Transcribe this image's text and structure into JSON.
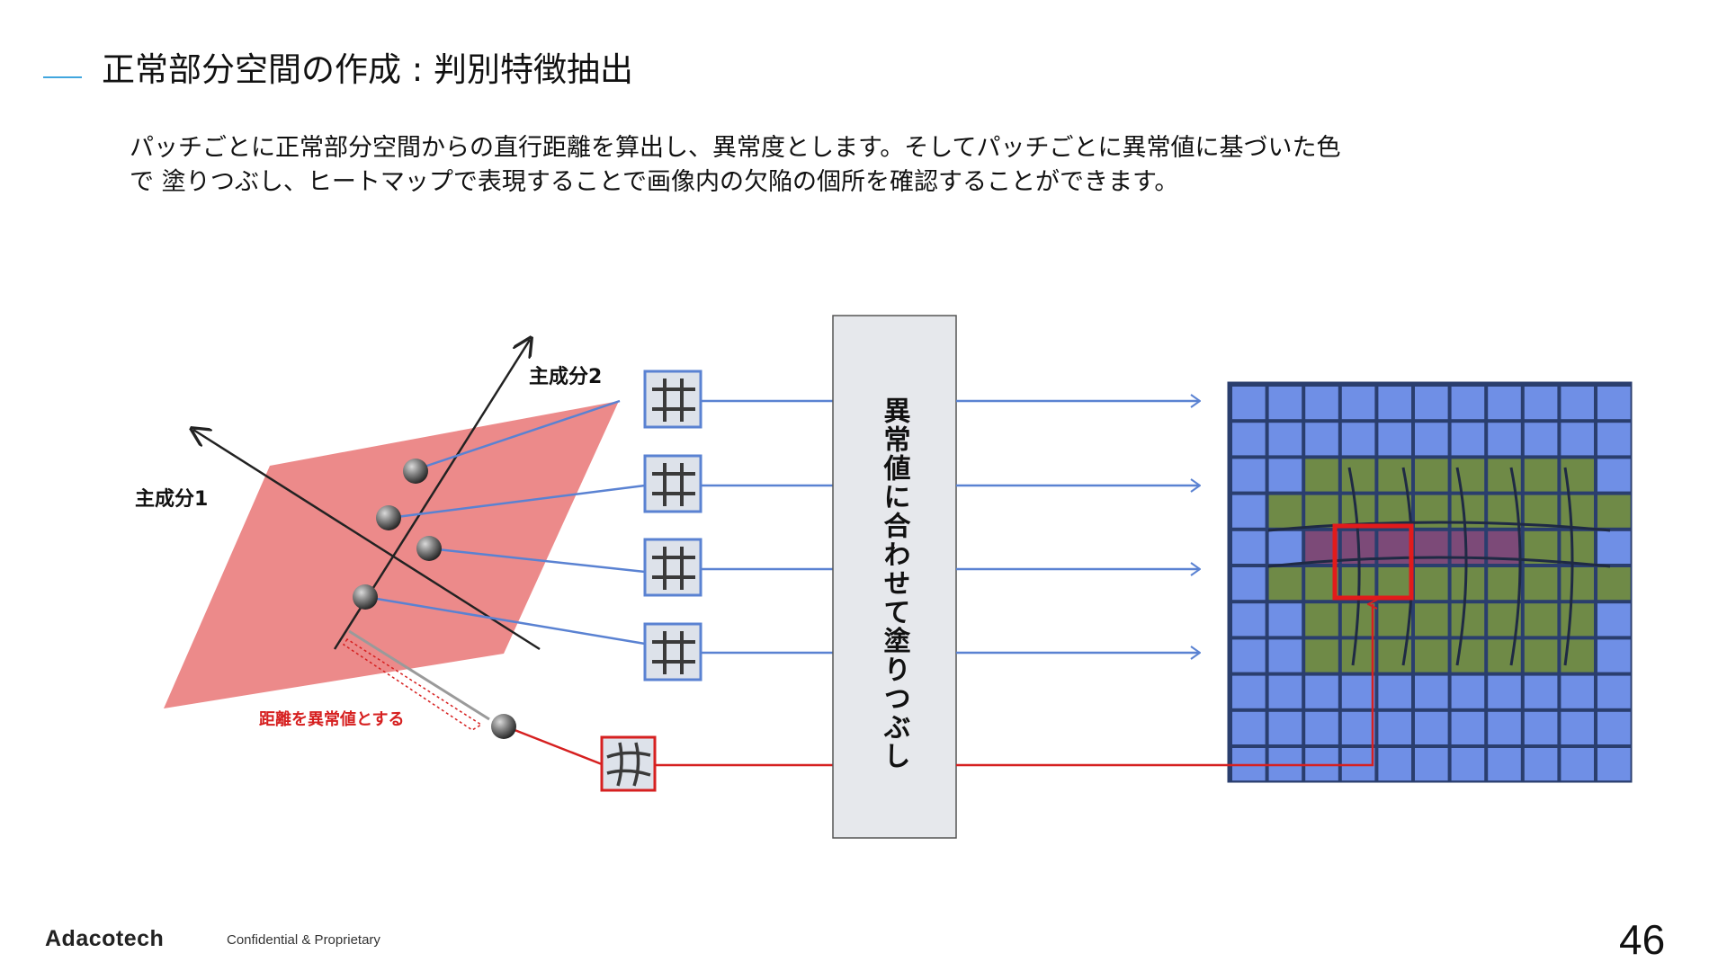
{
  "slide": {
    "title": "正常部分空間の作成 : 判別特徴抽出",
    "body_lines": [
      "パッチごとに正常部分空間からの直行距離を算出し、異常度とします。そしてパッチごとに異常値に基づいた色",
      "で 塗りつぶし、ヒートマップで表現することで画像内の欠陥の個所を確認することができます。"
    ],
    "page_number": "46"
  },
  "footer": {
    "logo": "Adacotech",
    "confidential": "Confidential & Proprietary"
  },
  "diagram": {
    "axis1_label": "主成分1",
    "axis2_label": "主成分2",
    "subspace_label": "正常部分空間",
    "distance_label": "距離を異常値とする",
    "process_label": "異常値に合わせて塗りつぶし"
  },
  "heatmap": {
    "rows": 11,
    "cols": 11,
    "normal_color": "#6f8fe6",
    "medium_color": "#6f8a47",
    "high_color": "#7c4a78",
    "highlight_color": "#e21b1b"
  },
  "colors": {
    "accent": "#41a6de",
    "subspace": "#ec8a8a",
    "link_normal": "#5a82d2",
    "link_anomaly": "#d62020",
    "patch_fill": "#dde2ea",
    "process_box": "#e6e8ec"
  }
}
